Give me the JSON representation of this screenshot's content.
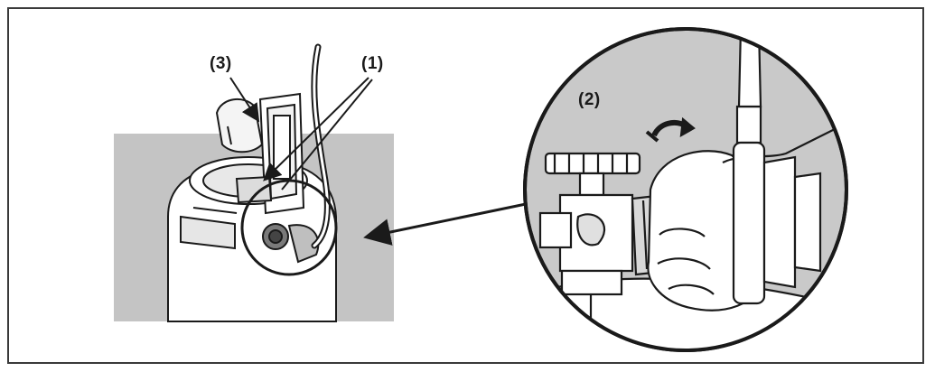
{
  "callouts": {
    "item_1": "(1)",
    "item_2": "(2)",
    "item_3": "(3)"
  },
  "colors": {
    "frame_border": "#3a3a3a",
    "background_block": "#c4c4c4",
    "line_art": "#1a1a1a",
    "magnified_fill": "#c9c9c9"
  }
}
